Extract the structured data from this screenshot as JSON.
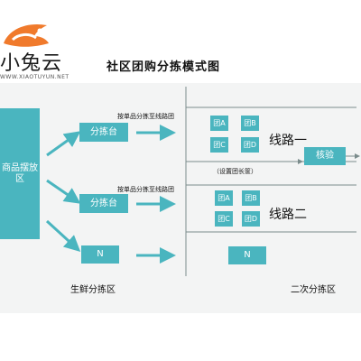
{
  "logo": {
    "name": "小兔云",
    "url_text": "WWW.XIAOTUYUN.NET"
  },
  "title": "社区团购分拣模式图",
  "colors": {
    "box": "#4ab5bf",
    "line": "#4ab5bf",
    "background_band": "#f3f4f4",
    "logo_accent": "#f07a2c"
  },
  "nodes": {
    "storage": "商品摆放区",
    "sorting_1": "分拣台",
    "sorting_2": "分拣台",
    "sorting_n": "N",
    "second_n": "N",
    "inspection": "核验"
  },
  "annotations": {
    "sort_by_item_1": "按单品分拣至线路团",
    "sort_by_item_2": "按单品分拣至线路团",
    "set_leader": "（设置团长筐）"
  },
  "routes": [
    {
      "name": "线路一",
      "groups": [
        "团A",
        "团B",
        "团C",
        "团D"
      ]
    },
    {
      "name": "线路二",
      "groups": [
        "团A",
        "团B",
        "团C",
        "团D"
      ]
    }
  ],
  "zones": {
    "fresh": "生鲜分拣区",
    "second": "二次分拣区"
  }
}
